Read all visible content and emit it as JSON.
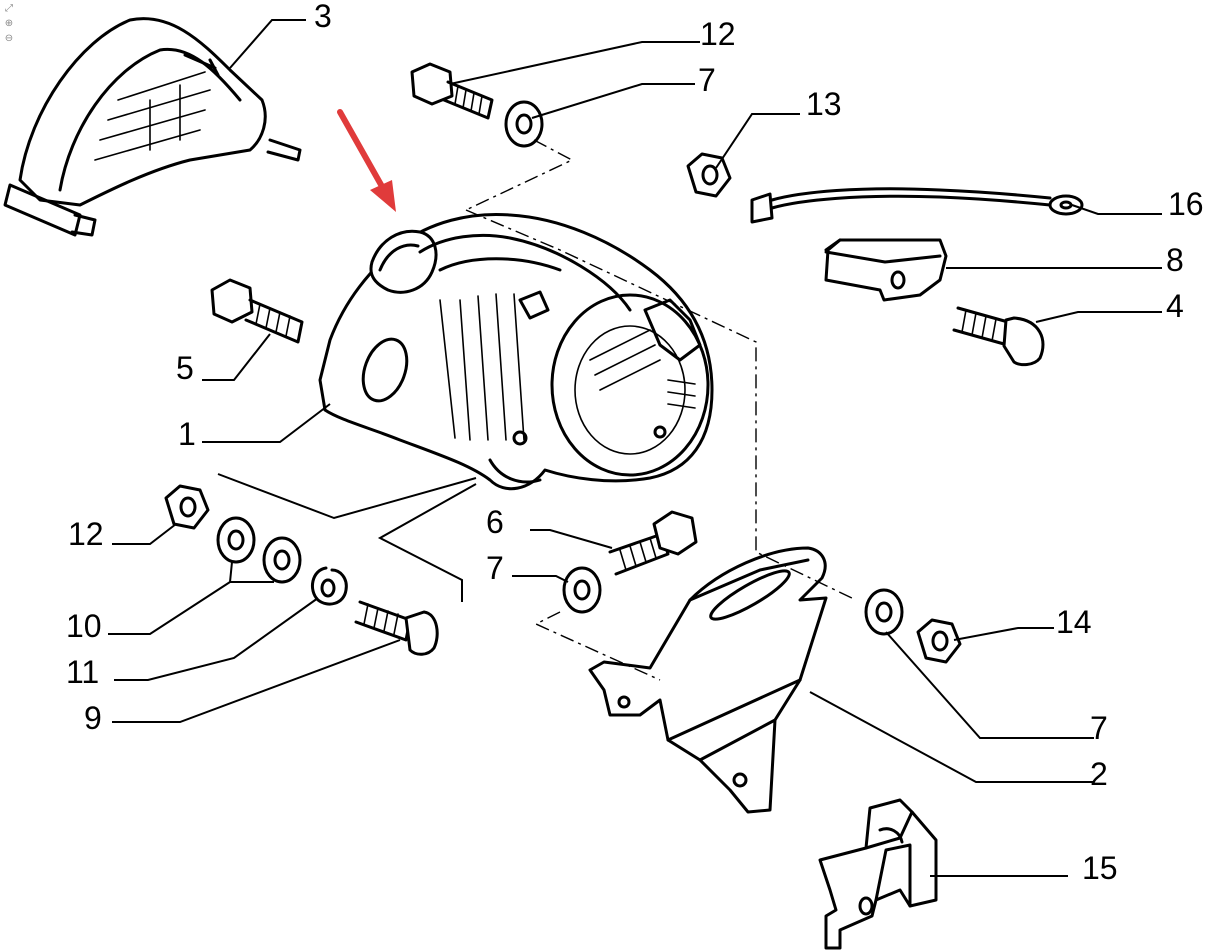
{
  "callouts": [
    {
      "id": "3",
      "text": "3"
    },
    {
      "id": "12a",
      "text": "12"
    },
    {
      "id": "7a",
      "text": "7"
    },
    {
      "id": "13",
      "text": "13"
    },
    {
      "id": "16",
      "text": "16"
    },
    {
      "id": "8",
      "text": "8"
    },
    {
      "id": "4",
      "text": "4"
    },
    {
      "id": "5",
      "text": "5"
    },
    {
      "id": "1",
      "text": "1"
    },
    {
      "id": "12b",
      "text": "12"
    },
    {
      "id": "6",
      "text": "6"
    },
    {
      "id": "7b",
      "text": "7"
    },
    {
      "id": "10",
      "text": "10"
    },
    {
      "id": "11",
      "text": "11"
    },
    {
      "id": "9",
      "text": "9"
    },
    {
      "id": "14",
      "text": "14"
    },
    {
      "id": "7c",
      "text": "7"
    },
    {
      "id": "2",
      "text": "2"
    },
    {
      "id": "15",
      "text": "15"
    }
  ],
  "colors": {
    "line": "#000000",
    "background": "#ffffff",
    "pointer_arrow": "#e03b3b"
  },
  "icons": [
    "zoom-fit-icon",
    "zoom-in-icon",
    "zoom-out-icon"
  ]
}
